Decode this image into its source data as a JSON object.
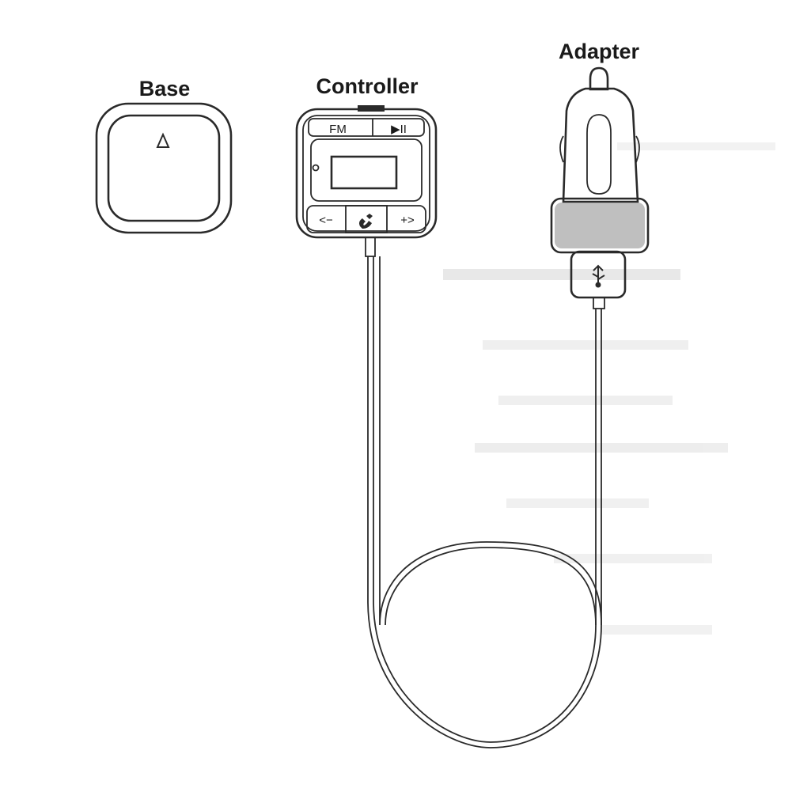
{
  "labels": {
    "base": "Base",
    "controller": "Controller",
    "adapter": "Adapter"
  },
  "controller_buttons": {
    "fm": "FM",
    "play_pause": "▶II",
    "prev_minus": "<−",
    "next_plus": "+>"
  },
  "icons": {
    "base_arrow": "triangle-icon",
    "phone": "phone-icon",
    "usb": "usb-icon",
    "indicator": "led-indicator-icon"
  }
}
